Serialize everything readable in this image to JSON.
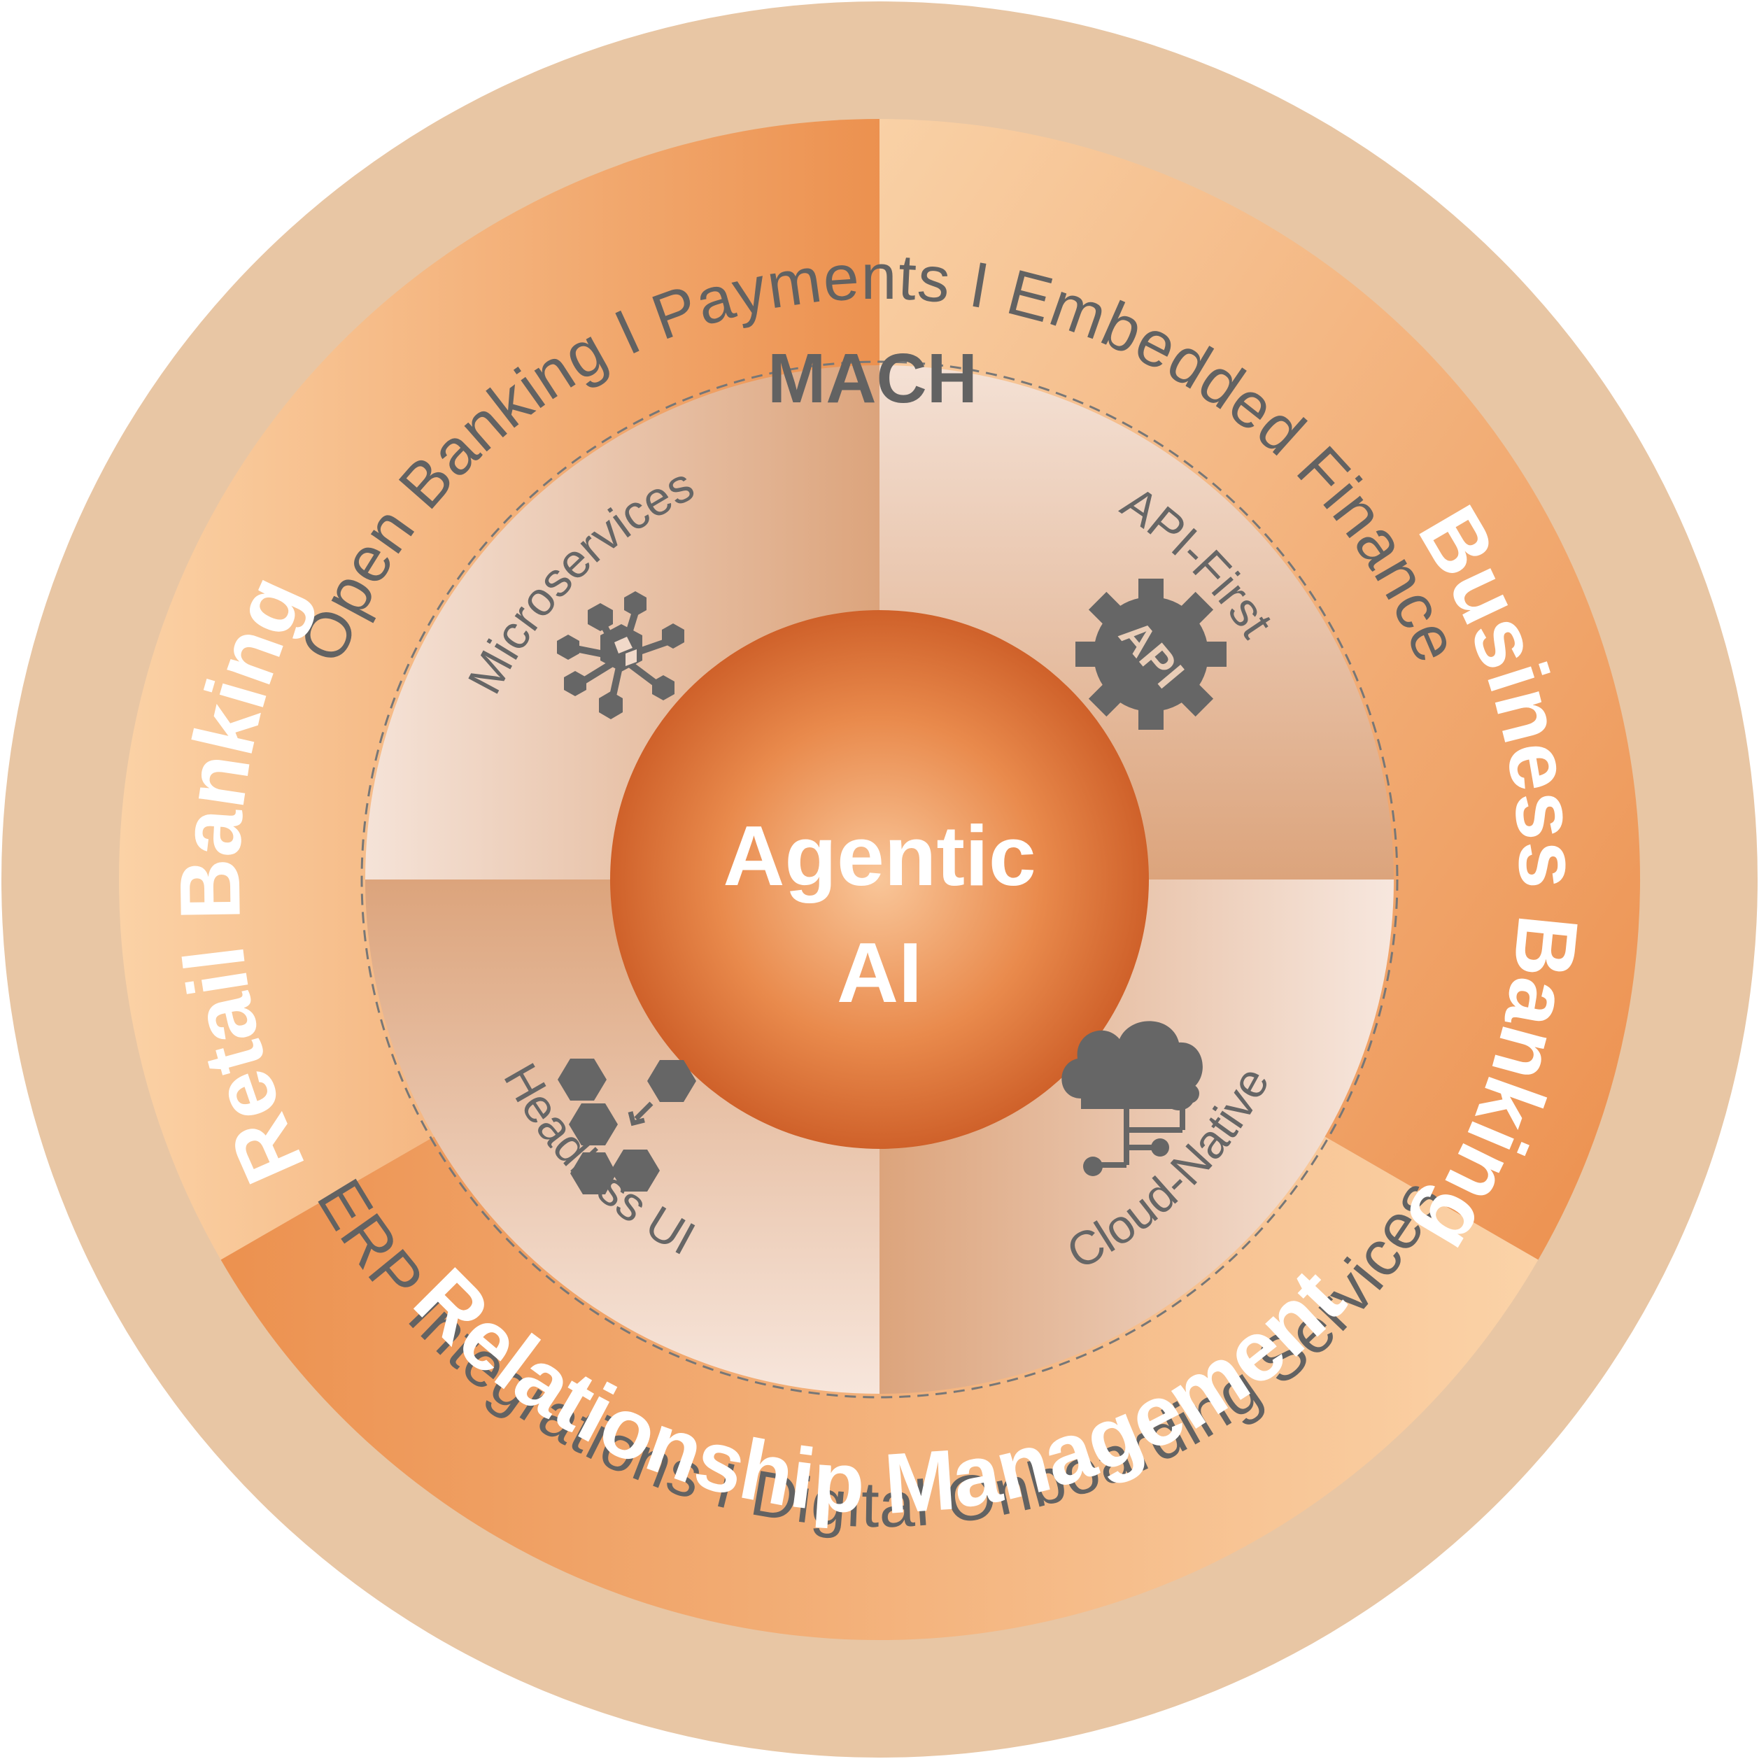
{
  "outer_ring": {
    "top_label": "Open Banking I Payments I Embedded Finance",
    "bottom_label": "ERP Integrations I Digital Onboarding Services"
  },
  "segments": {
    "left": "Retail Banking",
    "right": "Business Banking",
    "bottom": "Relationship Management"
  },
  "mach": {
    "title": "MACH",
    "quadrants": {
      "top_left": {
        "label": "Microservices",
        "icon": "microservices-icon"
      },
      "top_right": {
        "label": "API-First",
        "icon": "api-gear-icon",
        "icon_text": "API"
      },
      "bottom_left": {
        "label": "Headless UI",
        "icon": "headless-hexagons-icon"
      },
      "bottom_right": {
        "label": "Cloud-Native",
        "icon": "cloud-network-icon"
      }
    }
  },
  "core": {
    "line1": "Agentic",
    "line2": "AI"
  },
  "colors": {
    "outer_ring": "#e8c6a4",
    "segment_dark": "#ec914f",
    "segment_light": "#f9cfa3",
    "quadrant_tan": "#dda47c",
    "quadrant_light": "#f6e4da",
    "core_center": "#f9c495",
    "core_edge": "#cf622a",
    "text_gray": "#626262"
  }
}
